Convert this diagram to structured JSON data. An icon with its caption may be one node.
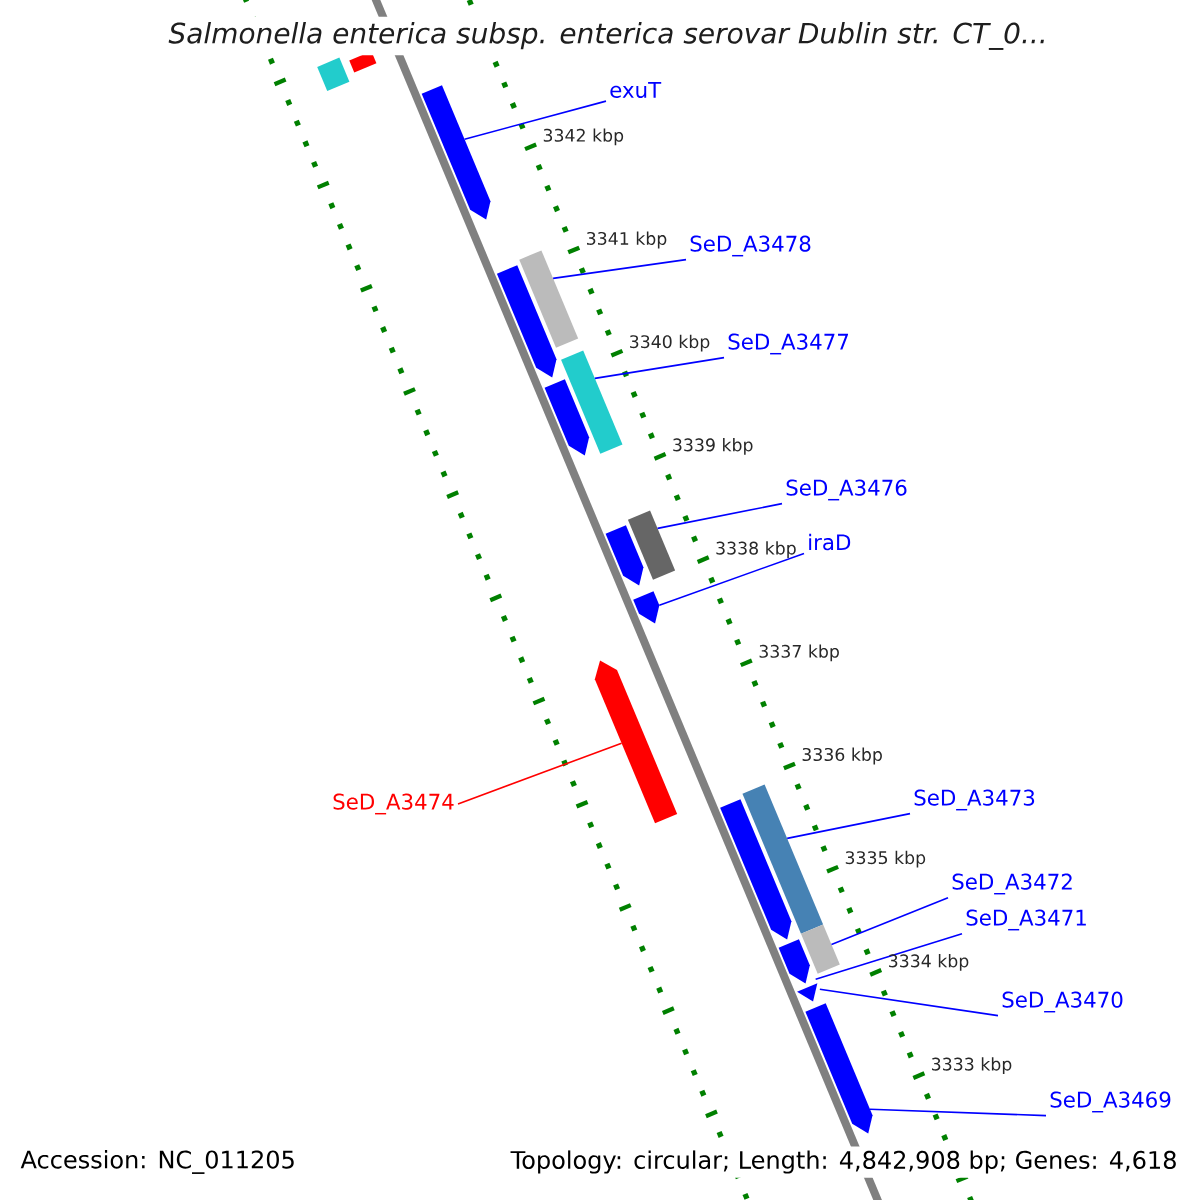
{
  "diagram": {
    "title": "Salmonella enterica subsp. enterica serovar Dublin str. CT_0...",
    "nodes": [
      {
        "text": [
          "exuT"
        ]
      },
      {
        "text": [
          "SeD_A3478"
        ]
      },
      {
        "text": [
          "SeD_A3477"
        ]
      },
      {
        "text": [
          "SeD_A3476"
        ]
      },
      {
        "text": [
          "iraD"
        ]
      },
      {
        "text": [
          "SeD_A3474"
        ]
      },
      {
        "text": [
          "SeD_A3473"
        ]
      },
      {
        "text": [
          "SeD_A3472"
        ]
      },
      {
        "text": [
          "SeD_A3471"
        ]
      },
      {
        "text": [
          "SeD_A3470"
        ]
      },
      {
        "text": [
          "SeD_A3469"
        ]
      },
      {
        "text": [],
        "shape": "bar"
      },
      {
        "text": [],
        "shape": "bar"
      },
      {
        "text": [],
        "shape": "pentagon"
      },
      {
        "text": [],
        "shape": "bar"
      },
      {
        "text": [],
        "shape": "pentagon"
      },
      {
        "text": [],
        "shape": "bar"
      },
      {
        "text": [],
        "shape": "pentagon"
      },
      {
        "text": [],
        "shape": "bar"
      },
      {
        "text": [],
        "shape": "pentagon"
      },
      {
        "text": [],
        "shape": "pentagon"
      },
      {
        "text": [],
        "shape": "pentagon"
      },
      {
        "text": [],
        "shape": "bar"
      },
      {
        "text": [],
        "shape": "pentagon"
      },
      {
        "text": [],
        "shape": "bar"
      },
      {
        "text": [],
        "shape": "pentagon"
      },
      {
        "text": [],
        "shape": "pentagon"
      },
      {
        "text": [],
        "shape": "pentagon"
      }
    ],
    "edges": [
      {
        "from": 0,
        "to": 13,
        "arrow": "none"
      },
      {
        "from": 1,
        "to": 14,
        "arrow": "none"
      },
      {
        "from": 2,
        "to": 16,
        "arrow": "none"
      },
      {
        "from": 3,
        "to": 18,
        "arrow": "none"
      },
      {
        "from": 4,
        "to": 20,
        "arrow": "none"
      },
      {
        "from": 5,
        "to": 21,
        "arrow": "none",
        "color": "#ff0000"
      },
      {
        "from": 6,
        "to": 22,
        "arrow": "none"
      },
      {
        "from": 7,
        "to": 24,
        "arrow": "none"
      },
      {
        "from": 8,
        "to": 25,
        "arrow": "none"
      },
      {
        "from": 9,
        "to": 26,
        "arrow": "none"
      },
      {
        "from": 10,
        "to": 27,
        "arrow": "none"
      }
    ],
    "labels": [
      "3342 kbp",
      "3341 kbp",
      "3340 kbp",
      "3339 kbp",
      "3338 kbp",
      "3337 kbp",
      "3336 kbp",
      "3335 kbp",
      "3334 kbp",
      "3333 kbp",
      "Accession: NC_011205",
      "Topology: circular; Length: 4,842,908 bp; Genes: 4,618"
    ]
  }
}
